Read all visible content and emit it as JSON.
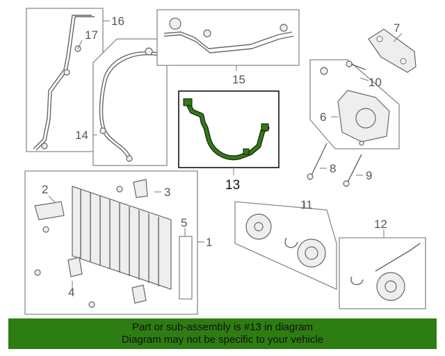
{
  "callouts": {
    "c1": "1",
    "c2": "2",
    "c3": "3",
    "c4": "4",
    "c5": "5",
    "c6": "6",
    "c7": "7",
    "c8": "8",
    "c9": "9",
    "c10": "10",
    "c11": "11",
    "c12": "12",
    "c13": "13",
    "c14": "14",
    "c15": "15",
    "c16": "16",
    "c17": "17"
  },
  "highlight_color": "#2e7d12",
  "footer": {
    "line1": "Part or sub-assembly is #13 in diagram",
    "line2": "Diagram may not be specific to your vehicle"
  }
}
